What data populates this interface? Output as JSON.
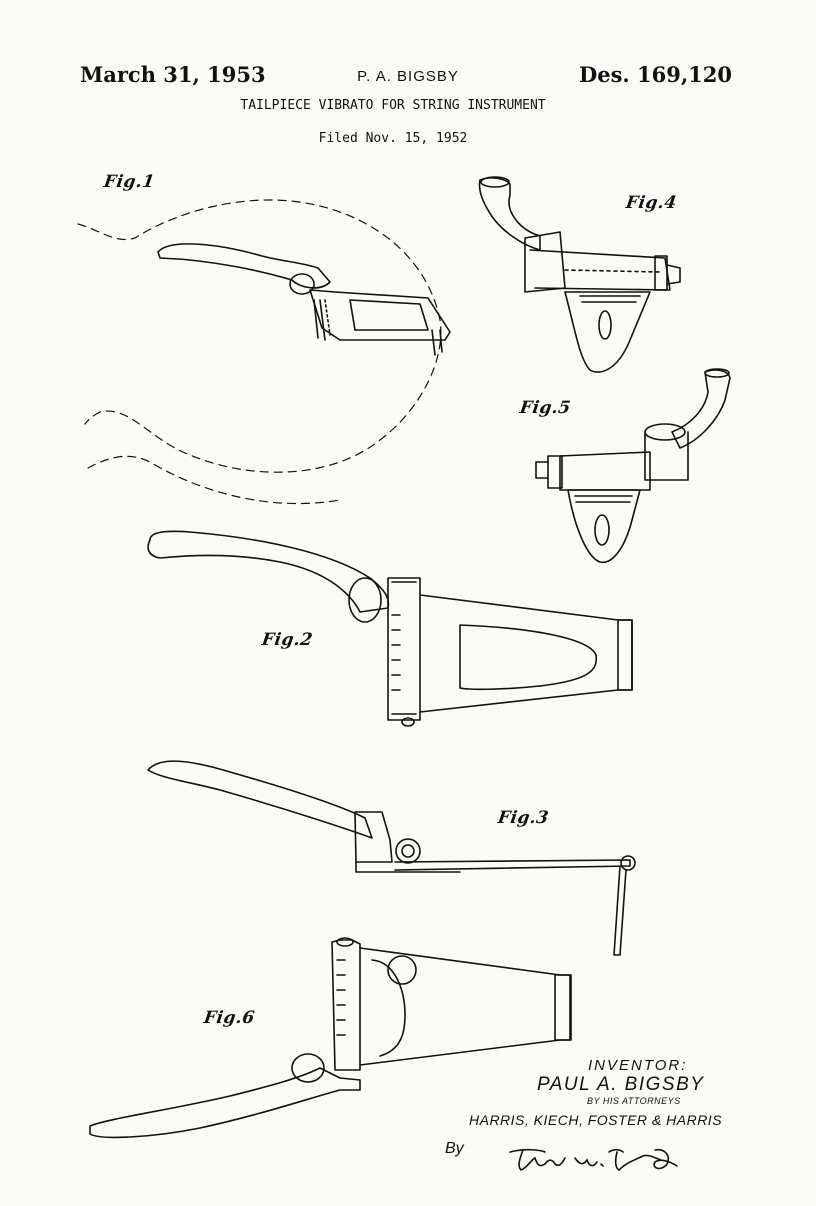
{
  "header": {
    "date": "March 31, 1953",
    "inventor_name": "P. A. BIGSBY",
    "patent_number": "Des. 169,120",
    "title": "TAILPIECE VIBRATO FOR STRING INSTRUMENT",
    "filed": "Filed Nov. 15, 1952"
  },
  "figures": {
    "fig1": "Fig.1",
    "fig2": "Fig.2",
    "fig3": "Fig.3",
    "fig4": "Fig.4",
    "fig5": "Fig.5",
    "fig6": "Fig.6"
  },
  "inventor_block": {
    "label": "INVENTOR:",
    "name": "PAUL A. BIGSBY",
    "attorneys_caption": "BY HIS ATTORNEYS",
    "firm": "HARRIS, KIECH, FOSTER & HARRIS",
    "by": "By",
    "signature": "Ford W. Harris Jr."
  },
  "colors": {
    "ink": "#111111",
    "paper": "#fbfbf8"
  }
}
